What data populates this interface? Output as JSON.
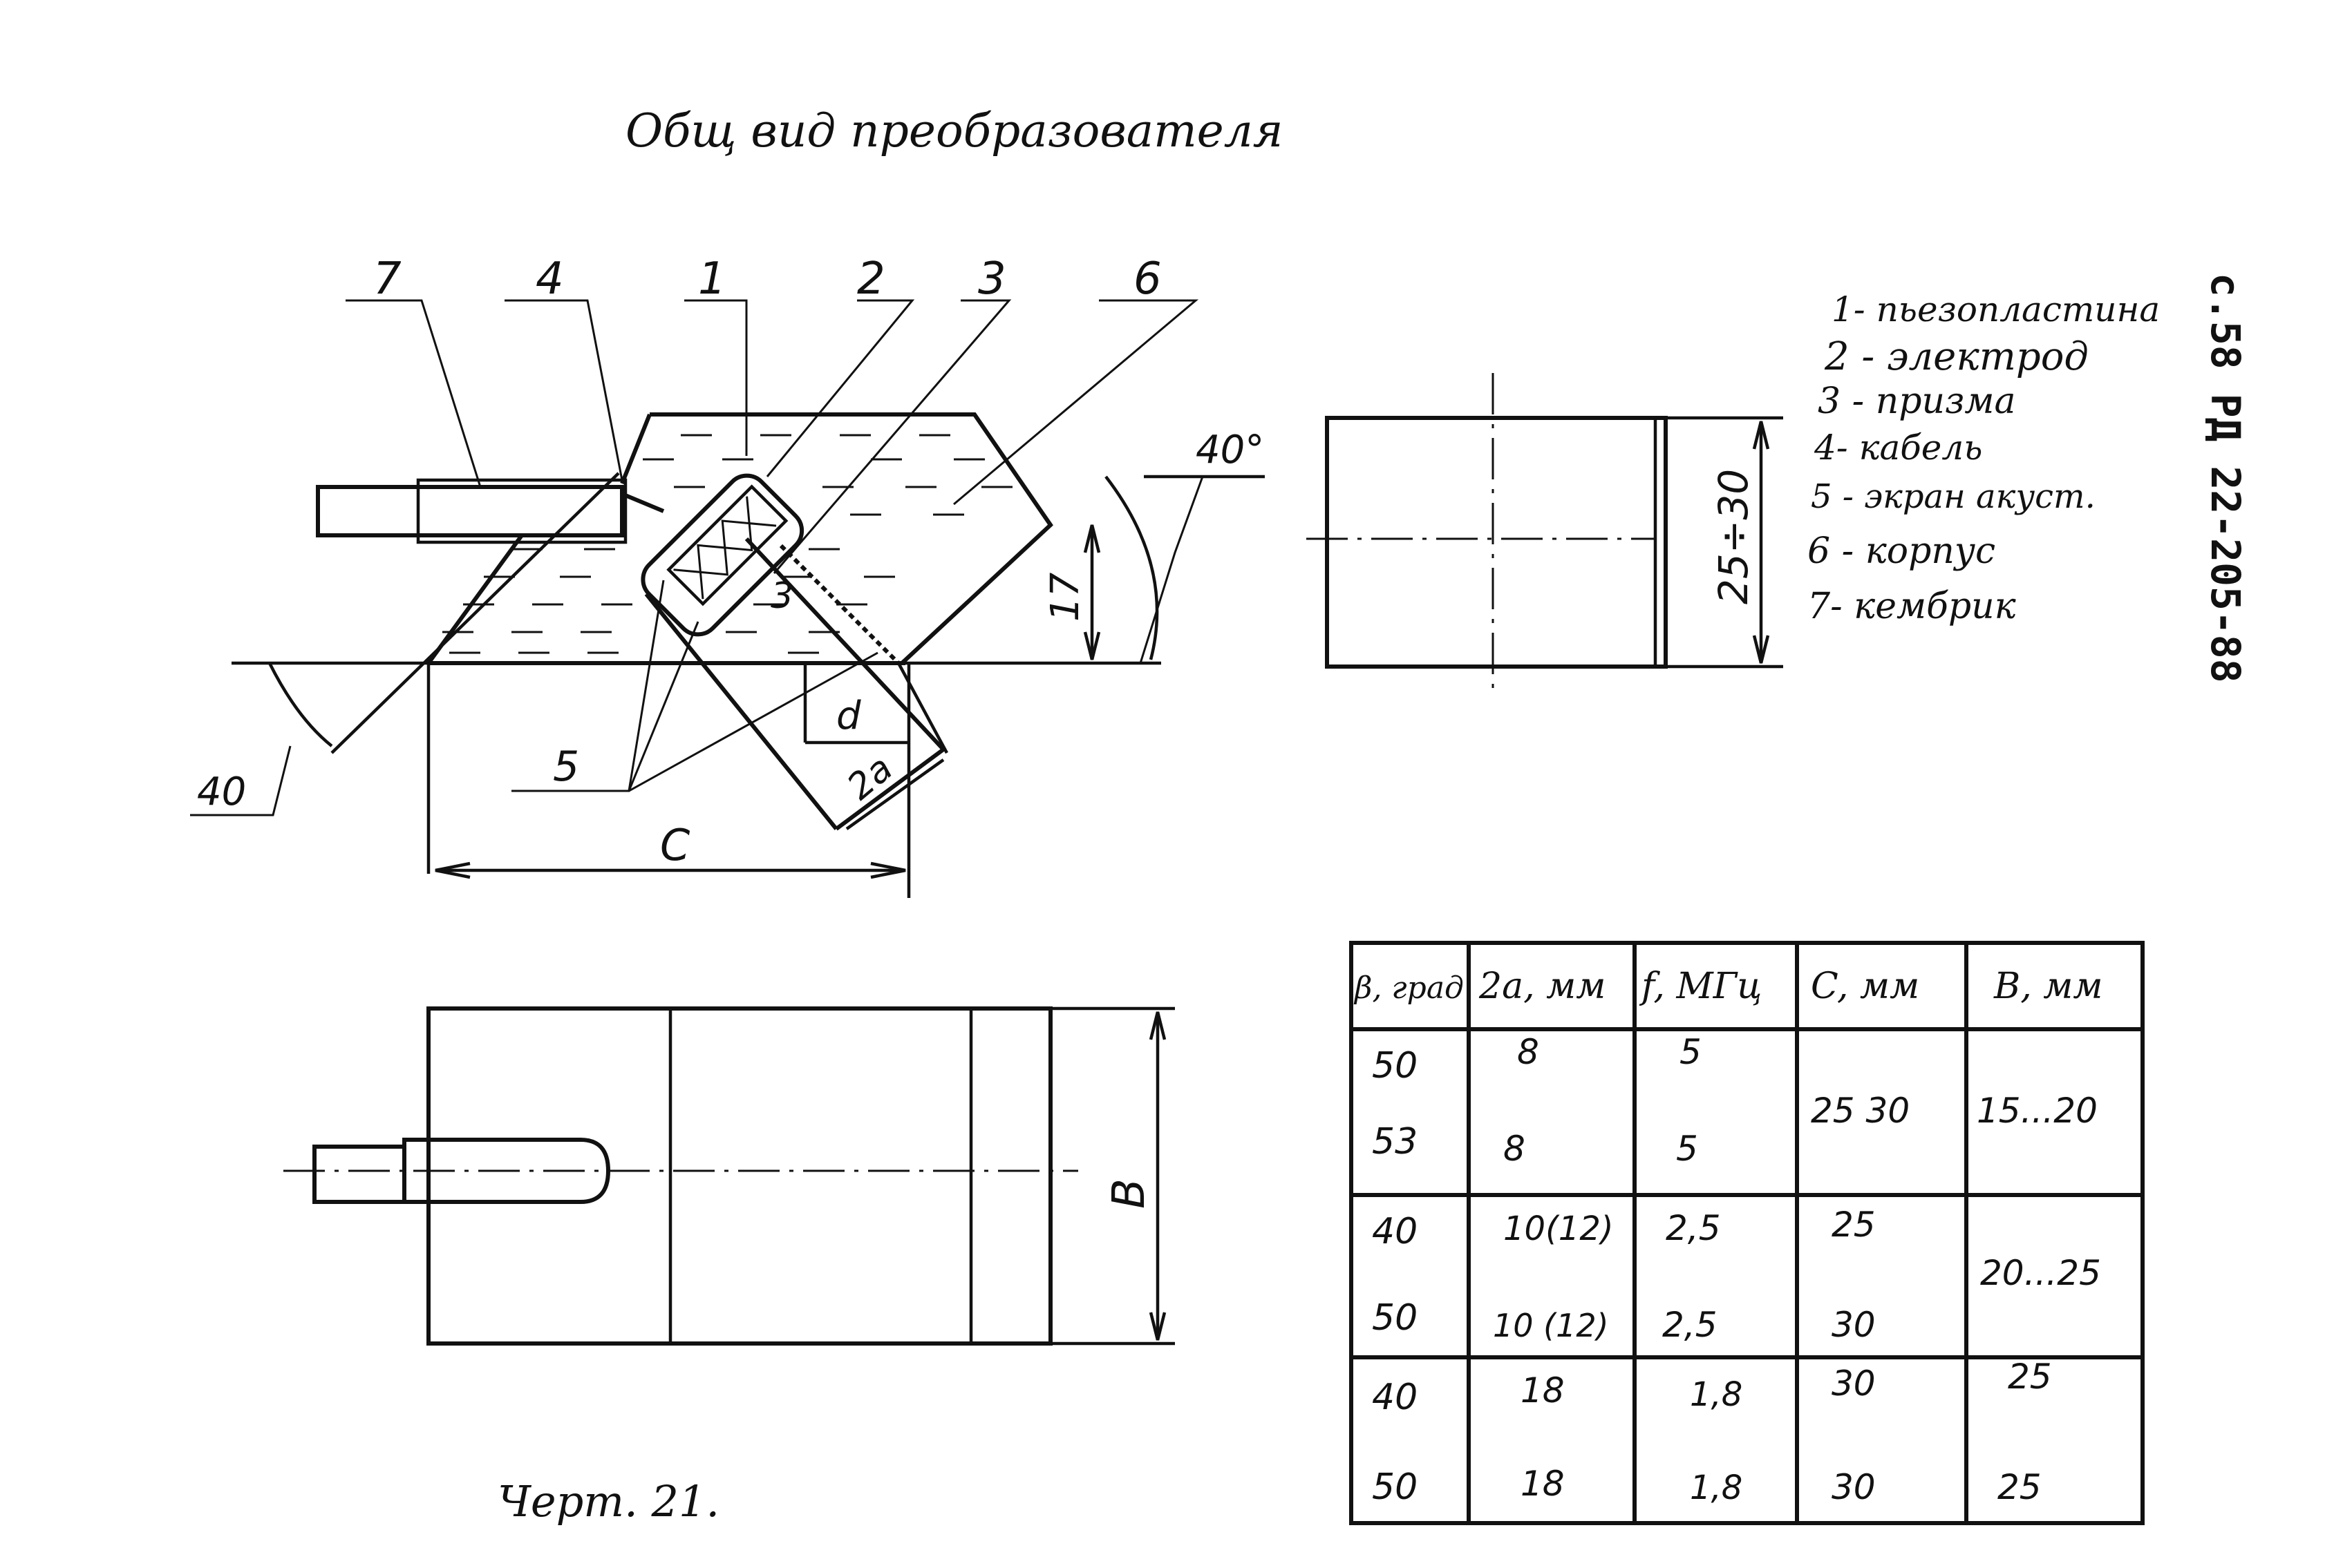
{
  "title": "Общ   вид преобразователя",
  "side_label": "с.58 РД 22-205-88",
  "figure_caption": "Черт. 21.",
  "callouts": {
    "n7": "7",
    "n4": "4",
    "n1": "1",
    "n2": "2",
    "n3": "3",
    "n6": "6",
    "n5": "5",
    "n3_inner": "3",
    "angle_top": "40°",
    "angle_bottom": "40",
    "dim_17": "17",
    "dim_d": "d",
    "dim_2a": "2a",
    "dim_C": "C",
    "dim_25_30": "25÷30",
    "dim_B": "B"
  },
  "legend": [
    "1- пьезопластина",
    "2 - электрод",
    "3 - призма",
    "4- кабель",
    "5 - экран акуст.",
    "6 - корпус",
    "7- кембрик"
  ],
  "table": {
    "headers": [
      "β, град",
      "2a, мм",
      "f, МГц",
      "C, мм",
      "B, мм"
    ],
    "rows": [
      [
        "50",
        "8",
        "5"
      ],
      [
        "53",
        "8",
        "5"
      ],
      [
        "40",
        "10(12)",
        "2,5",
        "25"
      ],
      [
        "50",
        "10 (12)",
        "2,5",
        "30"
      ],
      [
        "40",
        "18",
        "1,8",
        "30",
        "25"
      ],
      [
        "50",
        "18",
        "1,8",
        "30",
        "25"
      ]
    ],
    "merged": {
      "c_group1": "25  30",
      "b_group1": "15...20",
      "b_group2": "20...25"
    }
  }
}
